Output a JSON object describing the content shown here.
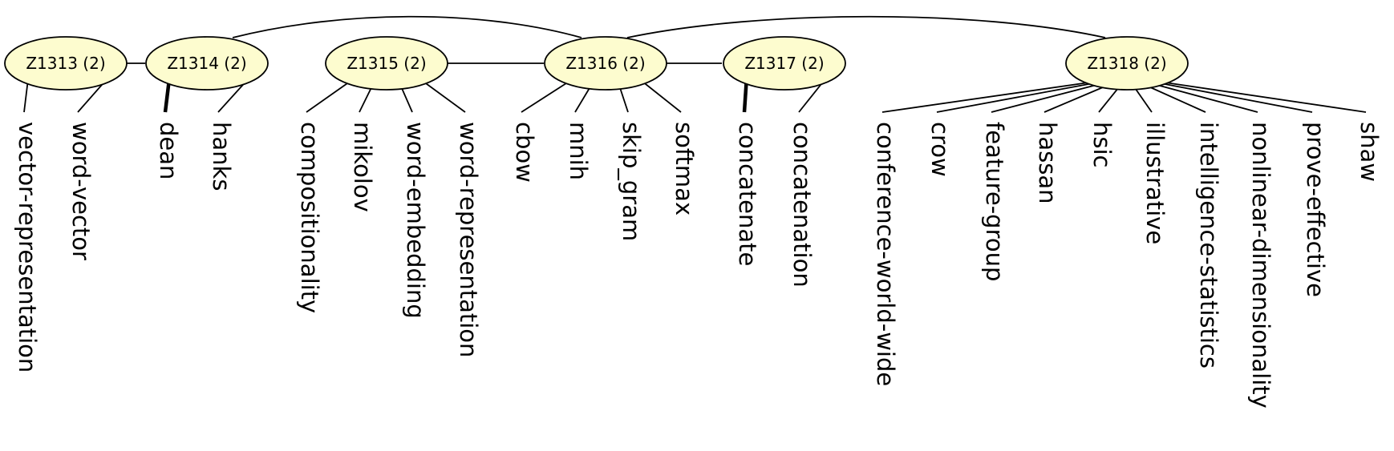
{
  "nodes": [
    {
      "id": "Z1313",
      "label": "Z1313 (2)",
      "terms": [
        "vector-representation",
        "word-vector"
      ]
    },
    {
      "id": "Z1314",
      "label": "Z1314 (2)",
      "terms": [
        "dean",
        "hanks"
      ]
    },
    {
      "id": "Z1315",
      "label": "Z1315 (2)",
      "terms": [
        "compositionality",
        "mikolov",
        "word-embedding",
        "word-representation"
      ]
    },
    {
      "id": "Z1316",
      "label": "Z1316 (2)",
      "terms": [
        "cbow",
        "mnih",
        "skip_gram",
        "softmax"
      ]
    },
    {
      "id": "Z1317",
      "label": "Z1317 (2)",
      "terms": [
        "concatenate",
        "concatenation"
      ]
    },
    {
      "id": "Z1318",
      "label": "Z1318 (2)",
      "terms": [
        "conference-world-wide",
        "crow",
        "feature-group",
        "hassan",
        "hsic",
        "illustrative",
        "intelligence-statistics",
        "nonlinear-dimensionality",
        "prove-effective",
        "shaw"
      ]
    }
  ],
  "links": [
    {
      "from": "Z1313",
      "to": "Z1314",
      "style": "straight"
    },
    {
      "from": "Z1315",
      "to": "Z1316",
      "style": "straight"
    },
    {
      "from": "Z1316",
      "to": "Z1317",
      "style": "straight"
    },
    {
      "from": "Z1314",
      "to": "Z1316",
      "style": "arc"
    },
    {
      "from": "Z1316",
      "to": "Z1318",
      "style": "arc"
    }
  ],
  "strong_terms": [
    "dean",
    "concatenate"
  ]
}
